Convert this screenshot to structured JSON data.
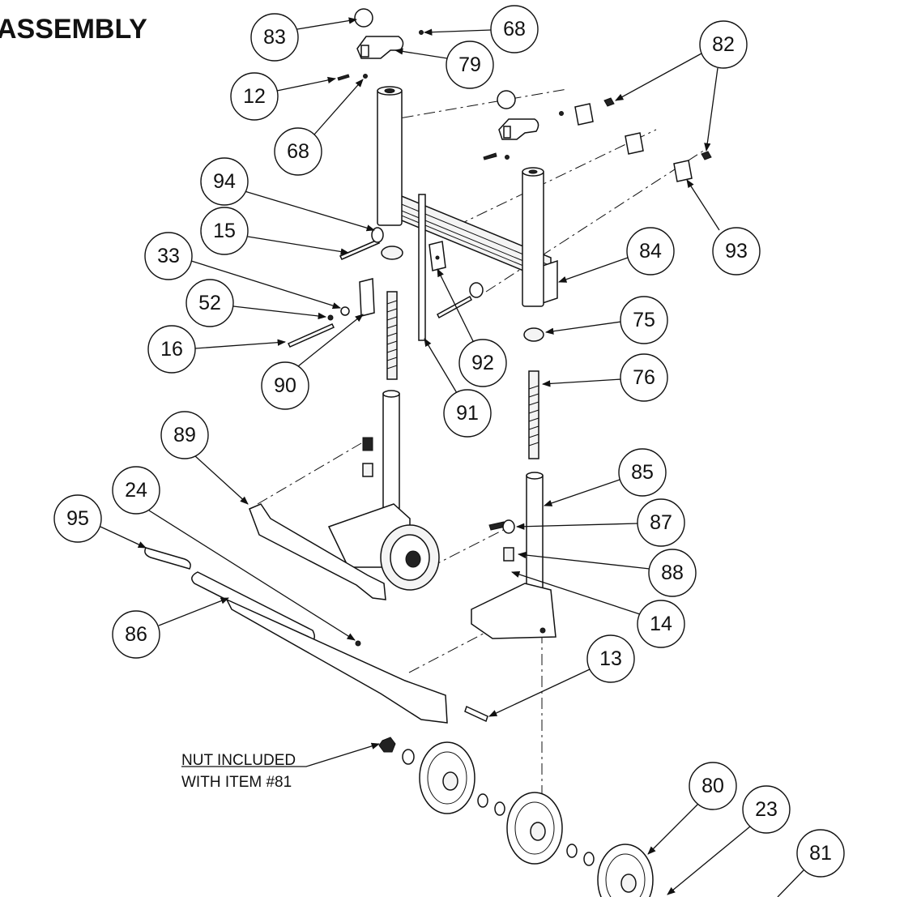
{
  "title": "ASSEMBLY",
  "note": {
    "line1": "NUT INCLUDED",
    "line2": "WITH ITEM #81"
  },
  "callouts": [
    "83",
    "68",
    "79",
    "12",
    "68",
    "82",
    "94",
    "15",
    "93",
    "33",
    "84",
    "52",
    "75",
    "16",
    "90",
    "92",
    "91",
    "76",
    "89",
    "85",
    "24",
    "95",
    "87",
    "88",
    "86",
    "14",
    "13",
    "80",
    "23",
    "81"
  ]
}
